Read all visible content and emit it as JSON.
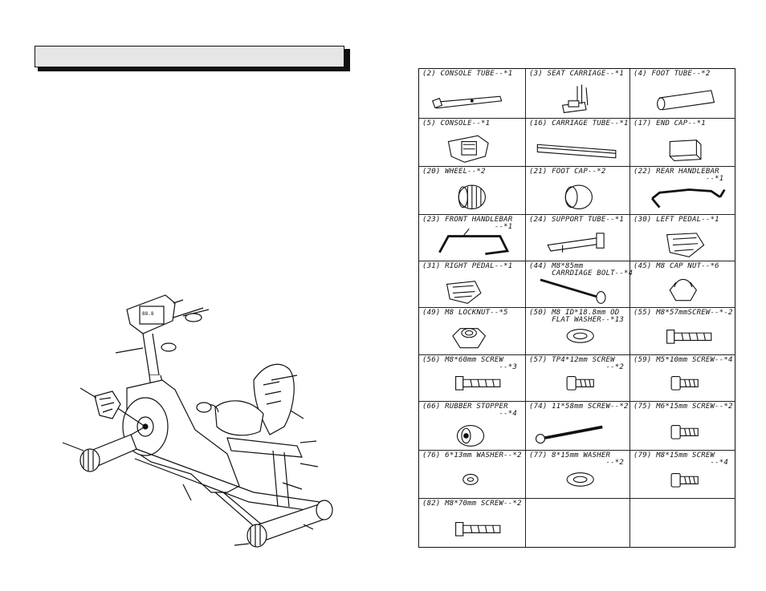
{
  "parts": [
    {
      "name": "(2) CONSOLE TUBE--*1",
      "icon": "console-tube-icon"
    },
    {
      "name": "(3) SEAT CARRIAGE--*1",
      "icon": "seat-carriage-icon"
    },
    {
      "name": "(4) FOOT TUBE--*2",
      "icon": "foot-tube-icon"
    },
    {
      "name": "(5) CONSOLE--*1",
      "icon": "console-icon"
    },
    {
      "name": "(16) CARRIAGE TUBE--*1",
      "icon": "carriage-tube-icon"
    },
    {
      "name": "(17) END CAP--*1",
      "icon": "end-cap-icon"
    },
    {
      "name": "(20) WHEEL--*2",
      "icon": "wheel-icon"
    },
    {
      "name": "(21) FOOT CAP--*2",
      "icon": "foot-cap-icon"
    },
    {
      "name": "(22) REAR HANDLEBAR\n                --*1",
      "icon": "rear-handlebar-icon"
    },
    {
      "name": "(23) FRONT HANDLEBAR\n                --*1",
      "icon": "front-handlebar-icon"
    },
    {
      "name": "(24) SUPPORT TUBE--*1",
      "icon": "support-tube-icon"
    },
    {
      "name": "(30) LEFT PEDAL--*1",
      "icon": "left-pedal-icon"
    },
    {
      "name": "(31) RIGHT PEDAL--*1",
      "icon": "right-pedal-icon"
    },
    {
      "name": "(44) M8*85mm\n     CARRDIAGE BOLT--*4",
      "icon": "carriage-bolt-icon"
    },
    {
      "name": "(45) M8 CAP NUT--*6",
      "icon": "cap-nut-icon"
    },
    {
      "name": "(49) M8 LOCKNUT--*5",
      "icon": "locknut-icon"
    },
    {
      "name": "(50) M8 ID*18.8mm OD\n     FLAT WASHER--*13",
      "icon": "flat-washer-icon"
    },
    {
      "name": "(55) M8*57mmSCREW--*-2",
      "icon": "screw-icon"
    },
    {
      "name": "(56) M8*60mm SCREW\n                 --*3",
      "icon": "screw-icon"
    },
    {
      "name": "(57) TP4*12mm SCREW\n                 --*2",
      "icon": "small-screw-icon"
    },
    {
      "name": "(59) M5*10mm SCREW--*4",
      "icon": "small-screw-icon"
    },
    {
      "name": "(66) RUBBER STOPPER\n                 --*4",
      "icon": "rubber-stopper-icon"
    },
    {
      "name": "(74) 11*58mm SCREW--*2",
      "icon": "long-screw-icon"
    },
    {
      "name": "(75) M6*15mm SCREW--*2",
      "icon": "small-screw-icon"
    },
    {
      "name": "(76) 6*13mm WASHER--*2",
      "icon": "washer-icon"
    },
    {
      "name": "(77) 8*15mm WASHER\n                 --*2",
      "icon": "flat-washer-icon"
    },
    {
      "name": "(79) M8*15mm SCREW\n                 --*4",
      "icon": "small-screw-icon"
    },
    {
      "name": "(82) M8*70mm SCREW--*2",
      "icon": "screw-icon"
    }
  ]
}
